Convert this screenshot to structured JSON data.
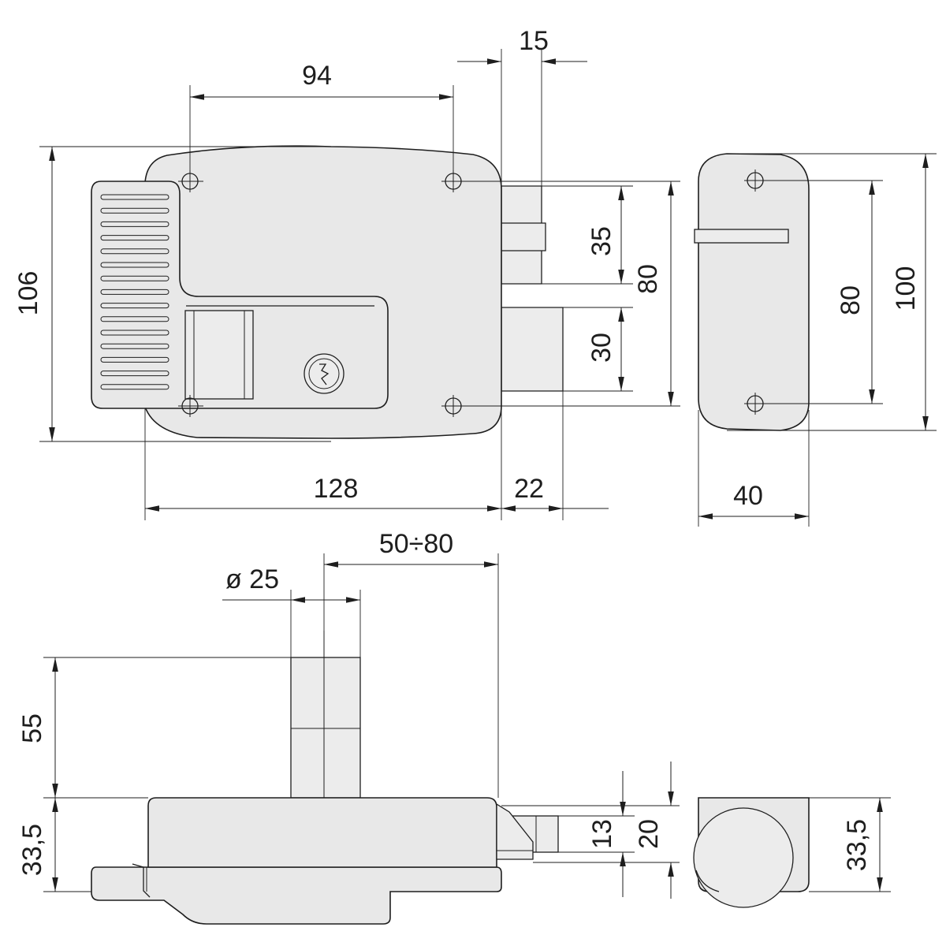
{
  "dimensions": {
    "d94": "94",
    "d15": "15",
    "d106": "106",
    "d35": "35",
    "d30": "30",
    "d80_body": "80",
    "d128": "128",
    "d22": "22",
    "d80_keeper": "80",
    "d100": "100",
    "d40": "40",
    "d50_80": "50÷80",
    "d25": "ø 25",
    "d55": "55",
    "d33_5_left": "33,5",
    "d13": "13",
    "d20": "20",
    "d33_5_right": "33,5"
  }
}
